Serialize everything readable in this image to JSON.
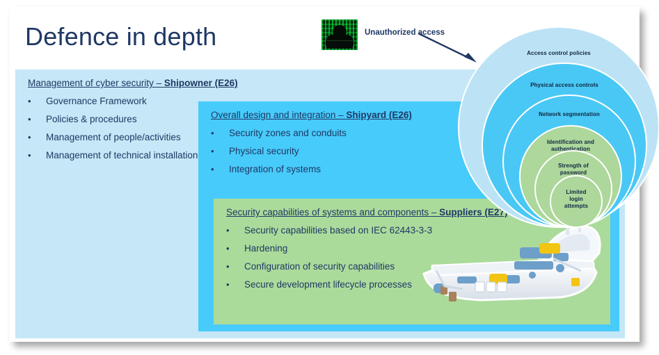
{
  "slide": {
    "title": "Defence in depth",
    "title_color": "#1F3864"
  },
  "threat": {
    "icon": "hacker-image",
    "label": "Unauthorized access",
    "arrow": "arrow-down-right"
  },
  "panels": [
    {
      "id": "shipowner",
      "heading_plain": "Management of cyber security – ",
      "heading_bold": "Shipowner (E26)",
      "color": "#C5E7F7",
      "bullet": "•",
      "items": [
        "Governance Framework",
        "Policies & procedures",
        "Management of people/activities",
        "Management of technical installation"
      ]
    },
    {
      "id": "shipyard",
      "heading_plain": "Overall design and integration – ",
      "heading_bold": "Shipyard (E26)",
      "color": "#47CBFB",
      "bullet": "•",
      "items": [
        "Security zones and conduits",
        "Physical security",
        "Integration of systems"
      ]
    },
    {
      "id": "suppliers",
      "heading_plain": "Security capabilities of systems and components – ",
      "heading_bold": "Suppliers (E27)",
      "color": "#ABDB9B",
      "bullet": "•",
      "items": [
        "Security capabilities based on IEC 62443-3-3",
        "Hardening",
        "Configuration of security capabilities",
        "Secure development lifecycle processes"
      ]
    }
  ],
  "rings": [
    {
      "label": "Access control policies",
      "color": "#BCE3F5"
    },
    {
      "label": "Physical access controls",
      "color": "#49C8F5"
    },
    {
      "label": "Network segmentation",
      "color": "#49C8F5"
    },
    {
      "label": "Identification and authentication",
      "color": "#ADD79B"
    },
    {
      "label": "Strength of password",
      "color": "#ADD79B"
    },
    {
      "label": "Limited login attempts",
      "color": "#ADD79B"
    }
  ],
  "ship": {
    "name": "offshore-vessel-cutaway"
  }
}
